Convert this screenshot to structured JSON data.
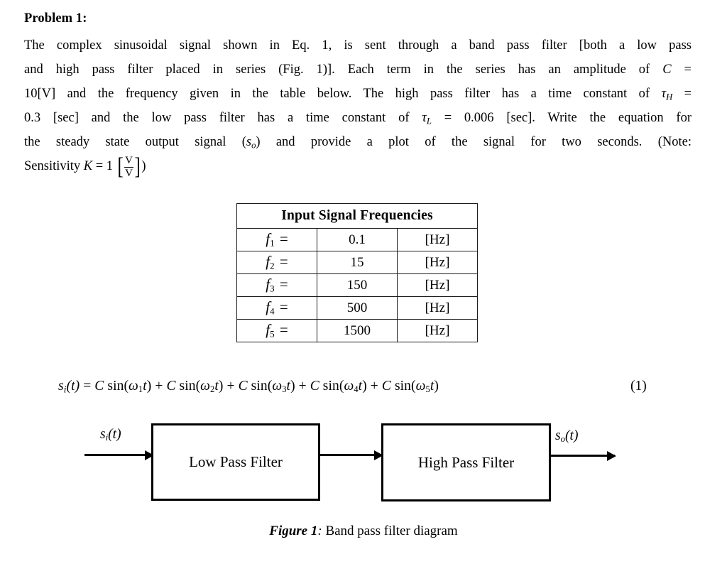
{
  "document": {
    "heading": "Problem 1:",
    "body_lines": [
      "The complex sinusoidal signal shown in Eq. 1, is sent through a band pass filter [both a low pass",
      "and high pass filter placed in series (Fig. 1)]. Each term in the series has an amplitude of C =",
      "10[V] and the frequency given in the table below. The high pass filter has a time constant of τH =",
      "0.3 [sec] and the low pass filter has a time constant of τL = 0.006 [sec]. Write the equation for",
      "the steady state output signal (so) and provide a plot of the signal for two seconds. (Note:",
      "Sensitivity K = 1 [V/V])"
    ],
    "body_segments": {
      "line1": "The complex sinusoidal signal shown in Eq. 1, is sent through a band pass filter [both a low pass",
      "line2_a": "and high pass filter placed in series (Fig. 1)]. Each term in the series has an amplitude of ",
      "line2_var": "C",
      "line2_b": " =",
      "line3_a": "10[V] and the frequency given in the table below. The high pass filter has a time constant of ",
      "line3_tau": "τ",
      "line3_tau_sub": "H",
      "line3_b": " =",
      "line4_a": "0.3 [sec] and the low pass filter has a time constant of ",
      "line4_tau": "τ",
      "line4_tau_sub": "L",
      "line4_b": " = 0.006 [sec]. Write the equation for",
      "line5_a": "the steady state output signal (",
      "line5_s": "s",
      "line5_s_sub": "o",
      "line5_b": ") and provide a plot of the signal for two seconds. (Note:",
      "line6_a": "Sensitivity ",
      "line6_k": "K",
      "line6_b": " = 1 ",
      "line6_num": "V",
      "line6_den": "V",
      "line6_close": ")"
    },
    "constants": {
      "amplitude_symbol": "C",
      "amplitude_value": "10[V]",
      "tau_high_symbol": "τH",
      "tau_high_value": "0.3 [sec]",
      "tau_low_symbol": "τL",
      "tau_low_value": "0.006 [sec]",
      "sensitivity_symbol": "K",
      "sensitivity_value": "1",
      "sensitivity_unit": "[V/V]"
    }
  },
  "table": {
    "title": "Input Signal Frequencies",
    "columns": [
      "symbol",
      "value",
      "unit"
    ],
    "rows": [
      {
        "symbol": "f",
        "index": "1",
        "eq": "=",
        "value": "0.1",
        "unit": "[Hz]"
      },
      {
        "symbol": "f",
        "index": "2",
        "eq": "=",
        "value": "15",
        "unit": "[Hz]"
      },
      {
        "symbol": "f",
        "index": "3",
        "eq": "=",
        "value": "150",
        "unit": "[Hz]"
      },
      {
        "symbol": "f",
        "index": "4",
        "eq": "=",
        "value": "500",
        "unit": "[Hz]"
      },
      {
        "symbol": "f",
        "index": "5",
        "eq": "=",
        "value": "1500",
        "unit": "[Hz]"
      }
    ]
  },
  "equation": {
    "number": "(1)",
    "lhs_s": "s",
    "lhs_sub": "i",
    "lhs_arg": "(t)",
    "eq": "=",
    "amplitude": "C",
    "fn": "sin",
    "omega": "ω",
    "terms": [
      {
        "omega_sub": "1"
      },
      {
        "omega_sub": "2"
      },
      {
        "omega_sub": "3"
      },
      {
        "omega_sub": "4"
      },
      {
        "omega_sub": "5"
      }
    ],
    "plus": "+",
    "full_text": "sᵢ(t) = C sin(ω₁t) + C sin(ω₂t) + C sin(ω₃t) + C sin(ω₄t) + C sin(ω₅t)"
  },
  "diagram": {
    "input_label": {
      "s": "s",
      "sub": "i",
      "arg": "(t)"
    },
    "output_label": {
      "s": "s",
      "sub": "o",
      "arg": "(t)"
    },
    "blocks": [
      {
        "label": "Low Pass Filter"
      },
      {
        "label": "High Pass Filter"
      }
    ],
    "caption_label": "Figure 1",
    "caption_sep": ":",
    "caption_text": " Band pass filter diagram"
  },
  "colors": {
    "page_background": "#ffffff",
    "text": "#000000",
    "table_border": "#1c1c1c",
    "diagram_stroke": "#000000"
  }
}
